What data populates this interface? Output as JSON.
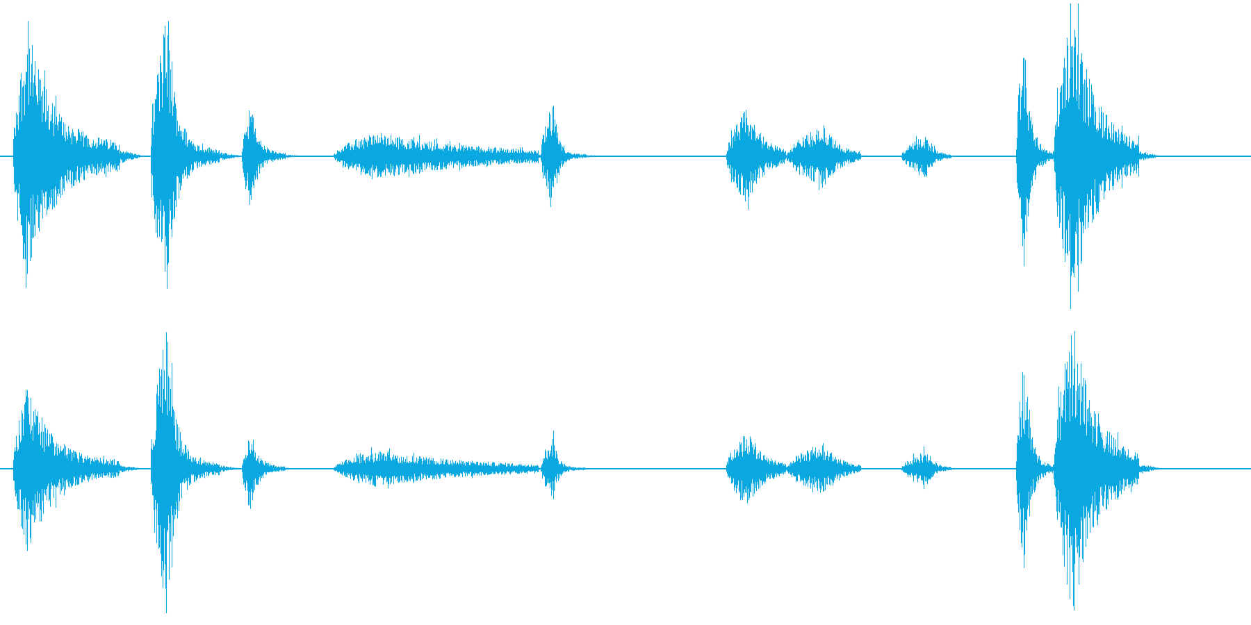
{
  "waveform": {
    "color": "#0aa8e0",
    "duration_fraction_drawn": 1.0,
    "channels": [
      {
        "name": "left",
        "events": [
          {
            "start": 0.01,
            "peak": 0.022,
            "end": 0.095,
            "amp": 0.86,
            "decay": 0.42,
            "tail": 0.1
          },
          {
            "start": 0.12,
            "peak": 0.133,
            "end": 0.175,
            "amp": 0.95,
            "decay": 0.3,
            "tail": 0.05
          },
          {
            "start": 0.193,
            "peak": 0.2,
            "end": 0.228,
            "amp": 0.37,
            "decay": 0.35,
            "tail": 0.05
          },
          {
            "start": 0.266,
            "peak": 0.3,
            "end": 0.43,
            "amp": 0.16,
            "decay": 0.95,
            "tail": 0.12
          },
          {
            "start": 0.432,
            "peak": 0.442,
            "end": 0.468,
            "amp": 0.37,
            "decay": 0.25,
            "tail": 0.04
          },
          {
            "start": 0.58,
            "peak": 0.597,
            "end": 0.628,
            "amp": 0.32,
            "decay": 0.7,
            "tail": 0.06
          },
          {
            "start": 0.628,
            "peak": 0.658,
            "end": 0.688,
            "amp": 0.21,
            "decay": 0.7,
            "tail": 0.05
          },
          {
            "start": 0.72,
            "peak": 0.74,
            "end": 0.76,
            "amp": 0.14,
            "decay": 0.55,
            "tail": 0.04
          },
          {
            "start": 0.812,
            "peak": 0.818,
            "end": 0.842,
            "amp": 0.85,
            "decay": 0.35,
            "tail": 0.03
          },
          {
            "start": 0.842,
            "peak": 0.858,
            "end": 0.91,
            "amp": 0.99,
            "decay": 0.55,
            "tail": 0.06
          }
        ]
      },
      {
        "name": "right",
        "events": [
          {
            "start": 0.01,
            "peak": 0.022,
            "end": 0.095,
            "amp": 0.57,
            "decay": 0.42,
            "tail": 0.08
          },
          {
            "start": 0.12,
            "peak": 0.133,
            "end": 0.175,
            "amp": 0.98,
            "decay": 0.28,
            "tail": 0.04
          },
          {
            "start": 0.193,
            "peak": 0.2,
            "end": 0.228,
            "amp": 0.27,
            "decay": 0.35,
            "tail": 0.05
          },
          {
            "start": 0.266,
            "peak": 0.3,
            "end": 0.43,
            "amp": 0.12,
            "decay": 0.95,
            "tail": 0.1
          },
          {
            "start": 0.432,
            "peak": 0.442,
            "end": 0.468,
            "amp": 0.22,
            "decay": 0.25,
            "tail": 0.04
          },
          {
            "start": 0.58,
            "peak": 0.597,
            "end": 0.628,
            "amp": 0.26,
            "decay": 0.7,
            "tail": 0.06
          },
          {
            "start": 0.628,
            "peak": 0.658,
            "end": 0.688,
            "amp": 0.17,
            "decay": 0.7,
            "tail": 0.05
          },
          {
            "start": 0.72,
            "peak": 0.74,
            "end": 0.76,
            "amp": 0.12,
            "decay": 0.55,
            "tail": 0.04
          },
          {
            "start": 0.812,
            "peak": 0.818,
            "end": 0.842,
            "amp": 0.72,
            "decay": 0.35,
            "tail": 0.03
          },
          {
            "start": 0.842,
            "peak": 0.858,
            "end": 0.91,
            "amp": 0.98,
            "decay": 0.55,
            "tail": 0.06
          }
        ]
      }
    ]
  }
}
